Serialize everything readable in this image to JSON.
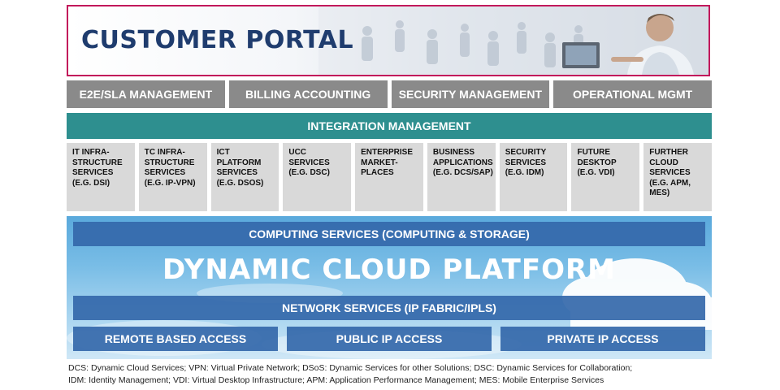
{
  "portal": {
    "title": "CUSTOMER PORTAL"
  },
  "management": [
    {
      "label": "E2E/SLA MANAGEMENT"
    },
    {
      "label": "BILLING ACCOUNTING"
    },
    {
      "label": "SECURITY MANAGEMENT"
    },
    {
      "label": "OPERATIONAL MGMT"
    }
  ],
  "integration": {
    "label": "INTEGRATION MANAGEMENT"
  },
  "services": [
    {
      "label": "IT INFRA-\nSTRUCTURE\nSERVICES\n(E.G. DSI)"
    },
    {
      "label": "TC INFRA-\nSTRUCTURE\nSERVICES\n(E.G. IP-VPN)"
    },
    {
      "label": "ICT\nPLATFORM\nSERVICES\n(E.G. DSOS)"
    },
    {
      "label": "UCC\nSERVICES\n(E.G. DSC)"
    },
    {
      "label": "ENTERPRISE\nMARKET-\nPLACES"
    },
    {
      "label": "BUSINESS\nAPPLICATIONS\n(E.G. DCS/SAP)"
    },
    {
      "label": "SECURITY\nSERVICES\n(E.G. IDM)"
    },
    {
      "label": "FUTURE\nDESKTOP\n(E.G. VDI)"
    },
    {
      "label": "FURTHER\nCLOUD\nSERVICES\n(E.G. APM,\nMES)"
    }
  ],
  "platform": {
    "computing": "COMPUTING SERVICES (COMPUTING & STORAGE)",
    "title": "DYNAMIC CLOUD PLATFORM",
    "network": "NETWORK SERVICES (IP FABRIC/IPLS)",
    "access": [
      {
        "label": "REMOTE BASED ACCESS"
      },
      {
        "label": "PUBLIC IP ACCESS"
      },
      {
        "label": "PRIVATE IP ACCESS"
      }
    ]
  },
  "footnote": {
    "line1": "DCS: Dynamic Cloud Services; VPN: Virtual Private Network; DSoS: Dynamic Services for other Solutions; DSC: Dynamic Services for Collaboration;",
    "line2": "IDM: Identity Management; VDI: Virtual Desktop Infrastructure; APM: Application Performance Management; MES: Mobile Enterprise Services"
  },
  "colors": {
    "portal_border": "#c2185b",
    "portal_title": "#1f3c6e",
    "management_box": "#8a8a8a",
    "integration_bar": "#2e8f8f",
    "service_box": "#d9d9d9",
    "platform_bar": "#3468aa",
    "cloud_sky": "#79bde6"
  }
}
